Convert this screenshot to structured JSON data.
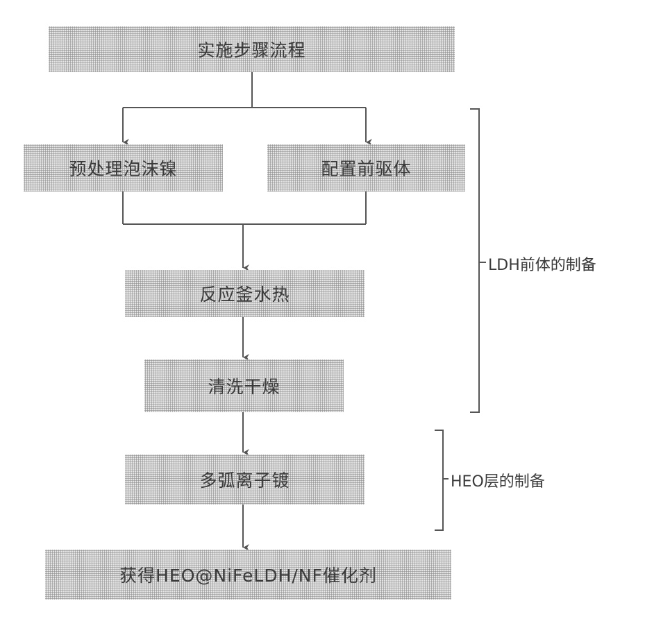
{
  "colors": {
    "box_fill": "#c9c9c9",
    "line": "#555555",
    "text": "#3a3a3a"
  },
  "steps": {
    "title": "实施步骤流程",
    "pretreat": "预处理泡沫镍",
    "precursor": "配置前驱体",
    "hydrothermal": "反应釜水热",
    "wash_dry": "清洗干燥",
    "arc_plating": "多弧离子镀",
    "result": "获得HEO@NiFeLDH/NF催化剂"
  },
  "groups": {
    "ldh": "LDH前体的制备",
    "heo": "HEO层的制备"
  }
}
